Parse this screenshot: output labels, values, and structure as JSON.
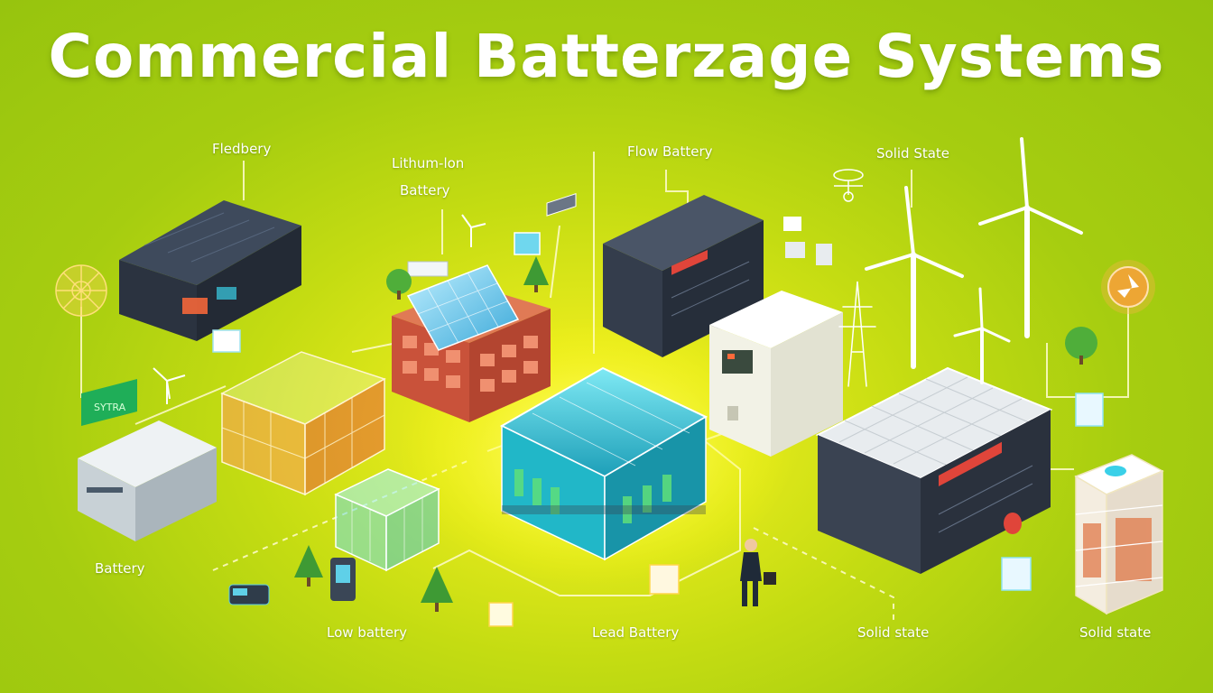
{
  "title": "Commercial Batterzage Systems",
  "labels": {
    "fledbery": "Fledbery",
    "lithium_line1": "Lithum-lon",
    "lithium_line2": "Battery",
    "flow_battery": "Flow Battery",
    "solid_state_top": "Solid State",
    "battery": "Battery",
    "low_battery": "Low battery",
    "lead_battery": "Lead Battery",
    "solid_state_bottom_mid": "Solid state",
    "solid_state_bottom_right": "Solid state"
  },
  "sign_text": "SYTRA",
  "colors": {
    "background": "#a6cd10",
    "background_glow": "#f7ee1a",
    "text": "#ffffff",
    "connector": "#fffbd0",
    "glow_cyan": "#4fd9ef",
    "glow_orange": "#ff8a3c",
    "dark_unit": "#2b3340",
    "brick": "#c9523a"
  }
}
